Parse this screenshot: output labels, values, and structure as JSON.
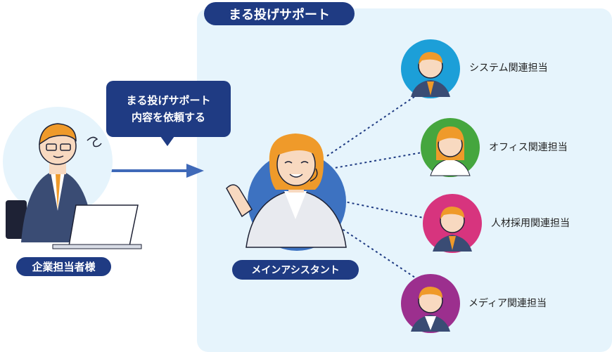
{
  "title": "まる投げサポート",
  "request_bubble": {
    "line1": "まる投げサポート",
    "line2": "内容を依頼する"
  },
  "client_label": "企業担当者様",
  "main_assistant_label": "メインアシスタント",
  "staff": [
    {
      "label": "システム関連担当",
      "color": "#1c9fd8"
    },
    {
      "label": "オフィス関連担当",
      "color": "#45a63e"
    },
    {
      "label": "人材採用関連担当",
      "color": "#d7347e"
    },
    {
      "label": "メディア関連担当",
      "color": "#9c2f8e"
    }
  ],
  "colors": {
    "navy": "#1f3b83",
    "panel": "#e6f4fc",
    "arrow": "#3f69b8",
    "main_circle": "#3d72c1",
    "client_circle": "#e6f4fc"
  }
}
